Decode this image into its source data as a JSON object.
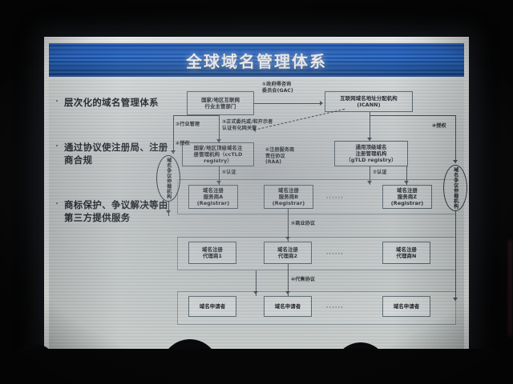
{
  "slide": {
    "title": "全球域名管理体系",
    "bullets": [
      "层次化的域名管理体系",
      "通过协议使注册局、注册商合规",
      "商标保护、争议解决等由第三方提供服务"
    ]
  },
  "diagram": {
    "boxes": {
      "gov_dept": "国家/地区互联网\n行业主管部门",
      "icann": "互联网域名地址分配机构\n(ICANN)",
      "cctld_registry": "国家/地区顶级域名注\n册管理机构（ccTLD\nregistry）",
      "gtld_registry": "通用顶级域名\n注册管理机构\n（gTLD registry）",
      "registrar_a": "域名注册\n服务商A\n(Registrar)",
      "registrar_b": "域名注册\n服务商B\n(Registrar)",
      "registrar_z": "域名注册\n服务商Z\n(Registrar)",
      "agent_1": "域名注册\n代理商1",
      "agent_2": "域名注册\n代理商2",
      "agent_n": "域名注册\n代理商N",
      "applicant_1": "域名申请者",
      "applicant_2": "域名申请者",
      "applicant_3": "域名申请者",
      "ellipsis": "······"
    },
    "ovals": {
      "arb_left": "域名争议仲裁机构",
      "arb_right": "域名争议仲裁机构"
    },
    "connectors": {
      "c1": "①政府得咨询\n委员会(GAC)",
      "c2": "②行业管理",
      "c3": "③正式委托或/和开示者\n认证有化网关管",
      "c4": "④授权",
      "c5": "⑤认证",
      "c6": "⑥注册服务商\n责任协议\n(RAA)",
      "c7": "⑦认证",
      "c8": "⑧授权",
      "c9": "⑨商业协议",
      "c10": "⑩代售协议"
    }
  },
  "colors": {
    "title_bar": "#1f63c9",
    "slide_bg": "#e4e7e6",
    "line": "#46515a",
    "room": "#000000"
  }
}
